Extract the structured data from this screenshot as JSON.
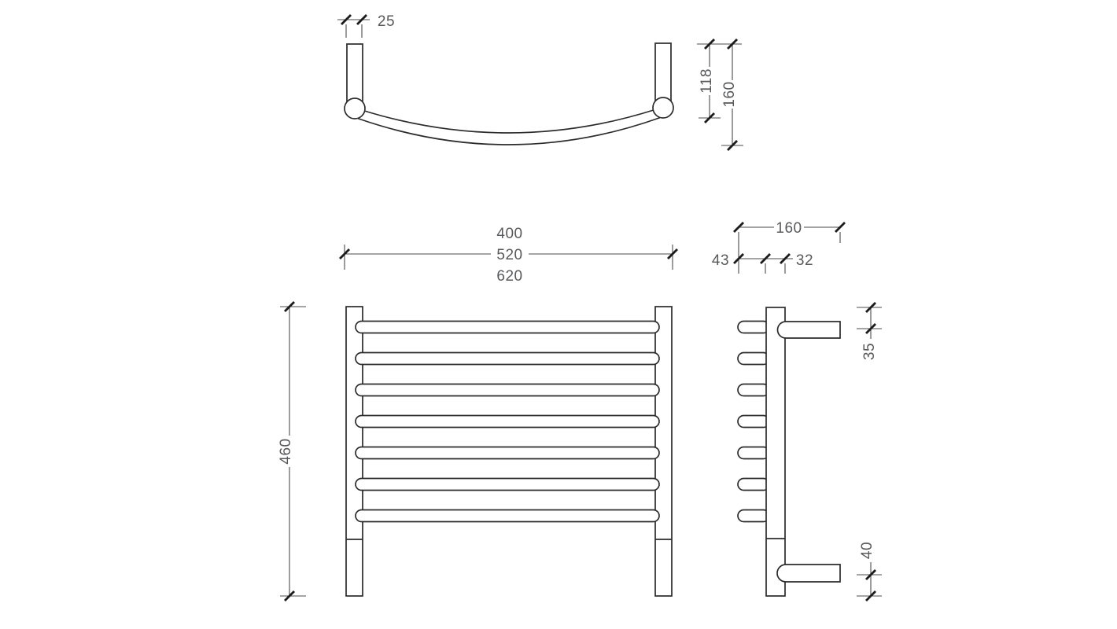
{
  "drawing": {
    "type": "technical-dimension-drawing",
    "subject": "curved towel rail, 7 bars, 3 orthographic views",
    "colors": {
      "background": "#ffffff",
      "object_line": "#2b2b2b",
      "dimension_line": "#4b4b4b",
      "tick": "#1c1c1c",
      "text": "#58595b"
    }
  },
  "views": {
    "top": {
      "dims": {
        "post_width": "25",
        "curve_depth": "118",
        "overall_depth": "160"
      }
    },
    "front": {
      "rail_count": 7,
      "dims": {
        "width_variant_1": "400",
        "width_variant_2": "520",
        "width_variant_3": "620",
        "overall_height": "460"
      }
    },
    "side": {
      "dims": {
        "overall_depth": "160",
        "rail_projection": "43",
        "post_depth": "32",
        "top_bracket_offset": "35",
        "bottom_bracket_offset": "40"
      }
    }
  }
}
